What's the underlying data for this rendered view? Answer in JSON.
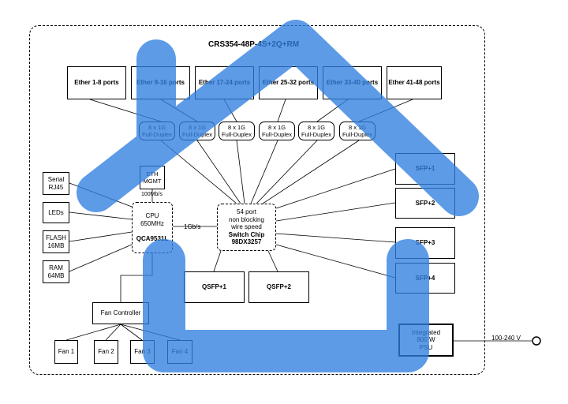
{
  "title": "CRS354-48P-4S+2Q+RM",
  "ether_groups": [
    "Ether 1-8 ports",
    "Ether 9-16 ports",
    "Ether 17-24 ports",
    "Ether 25-32 ports",
    "Ether 33-40 ports",
    "Ether 41-48 ports"
  ],
  "duplex": {
    "line1": "8 x 1G",
    "line2": "Full-Duplex"
  },
  "eth_mgmt": {
    "line1": "ETH",
    "line2": "MGMT",
    "speed": "100Mb/s"
  },
  "left_components": [
    {
      "line1": "Serial",
      "line2": "RJ45"
    },
    {
      "line1": "LEDs",
      "line2": ""
    },
    {
      "line1": "FLASH",
      "line2": "16MB"
    },
    {
      "line1": "RAM",
      "line2": "64MB"
    }
  ],
  "cpu": {
    "line1": "CPU",
    "line2": "650MHz",
    "model": "QCA9531L",
    "link": "1Gb/s"
  },
  "switch_chip": {
    "line1": "54 port",
    "line2": "non blocking",
    "line3": "wire speed",
    "name": "Switch Chip",
    "model": "98DX3257"
  },
  "sfp_ports": [
    "SFP+1",
    "SFP+2",
    "SFP+3",
    "SFP+4"
  ],
  "qsfp_ports": [
    "QSFP+1",
    "QSFP+2"
  ],
  "fan_controller": "Fan Controller",
  "fans": [
    "Fan 1",
    "Fan 2",
    "Fan 3",
    "Fan 4"
  ],
  "psu": {
    "line1": "Integrated",
    "line2": "800 W",
    "line3": "PSU"
  },
  "power_input": "100-240 V",
  "overlay": {
    "icon": "home-icon",
    "color": "#2f7fe0"
  }
}
